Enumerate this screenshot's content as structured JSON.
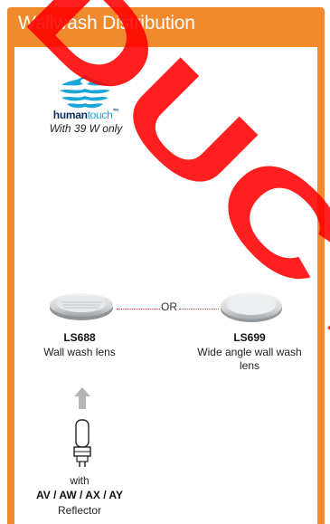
{
  "header": {
    "title": "Wallwash Distribution"
  },
  "brand": {
    "name_part1": "human",
    "name_part2": "touch",
    "mark": "™",
    "note": "With 39 W only"
  },
  "options": [
    {
      "code": "LS688",
      "description": "Wall wash lens"
    },
    {
      "code": "LS699",
      "description": "Wide angle wall wash lens"
    }
  ],
  "separator": "OR",
  "lamp": {
    "prefix": "with",
    "reflectors": "AV / AW / AX / AY",
    "suffix": "Reflector"
  },
  "watermark": {
    "text": "DUCT",
    "color": "#ff0000"
  },
  "colors": {
    "accent": "#f18a2c",
    "brand_dark": "#0b2b5a",
    "brand_light": "#1aa6d8"
  }
}
